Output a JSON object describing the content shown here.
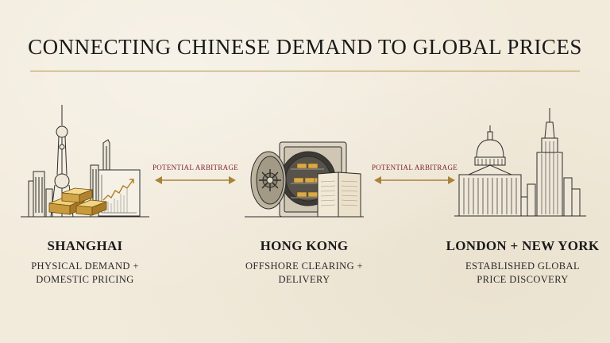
{
  "title": "CONNECTING CHINESE DEMAND TO GLOBAL PRICES",
  "nodes": [
    {
      "name": "SHANGHAI",
      "desc_line1": "PHYSICAL DEMAND +",
      "desc_line2": "DOMESTIC PRICING"
    },
    {
      "name": "HONG KONG",
      "desc_line1": "OFFSHORE CLEARING +",
      "desc_line2": "DELIVERY"
    },
    {
      "name": "LONDON + NEW YORK",
      "desc_line1": "ESTABLISHED GLOBAL",
      "desc_line2": "PRICE DISCOVERY"
    }
  ],
  "links": [
    {
      "label": "POTENTIAL ARBITRAGE"
    },
    {
      "label": "POTENTIAL ARBITRAGE"
    }
  ],
  "colors": {
    "accent_gold": "#b7924a",
    "arrow_gold": "#a88238",
    "label_maroon": "#7c1f2a",
    "ink": "#1a1a1a"
  }
}
